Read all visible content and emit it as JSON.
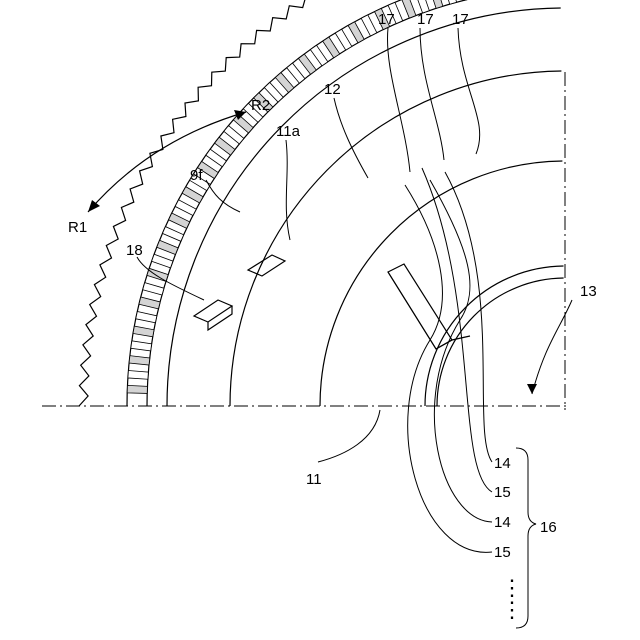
{
  "labels": {
    "r2": "R2",
    "r1": "R1",
    "l11a": "11a",
    "l12": "12",
    "l9f": "9f",
    "l17a": "17",
    "l17b": "17",
    "l17c": "17",
    "l18": "18",
    "l13": "13",
    "l11": "11",
    "l14a": "14",
    "l15a": "15",
    "l14b": "14",
    "l15b": "15",
    "l16": "16",
    "dots": "⋮"
  }
}
